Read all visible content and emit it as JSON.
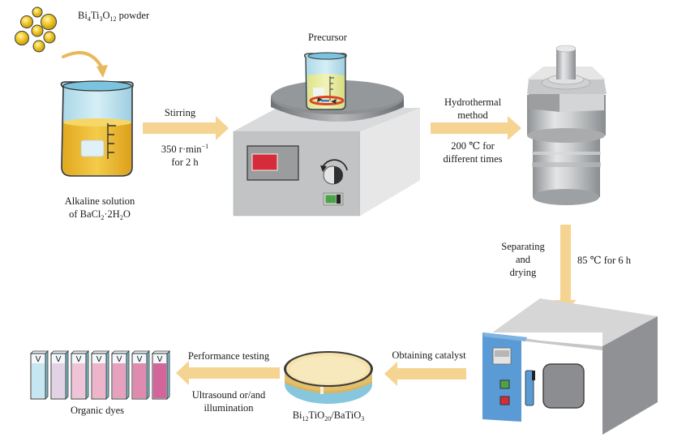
{
  "title": "Synthesis workflow of Bi12TiO20/BaTiO3 catalyst",
  "colors": {
    "arrow": "#f5d391",
    "powder": "#f1c21b",
    "solution": "#eab830",
    "precursor": "#e8eb9a",
    "beaker_glass": "#bfe3ef",
    "metal_gray": "#b9bbbd",
    "oven_panel": "#5b9bd5",
    "display_red": "#d62b3a",
    "switch_green": "#4ea34a"
  },
  "steps": {
    "powder": {
      "formula_parts": [
        {
          "t": "Bi"
        },
        {
          "sub": "4"
        },
        {
          "t": "Ti"
        },
        {
          "sub": "3"
        },
        {
          "t": "O"
        },
        {
          "sub": "12"
        },
        {
          "t": " powder"
        }
      ]
    },
    "solution": {
      "line1": "Alkaline solution",
      "line2_parts": [
        {
          "t": "of BaCl"
        },
        {
          "sub": "2"
        },
        {
          "t": "·2H"
        },
        {
          "sub": "2"
        },
        {
          "t": "O"
        }
      ]
    },
    "stirring": {
      "above": "Stirring",
      "below_line1_parts": [
        {
          "t": "350 r·min"
        },
        {
          "sup": "−1"
        }
      ],
      "below_line2": "for 2 h"
    },
    "precursor": {
      "label": "Precursor"
    },
    "hydrothermal": {
      "above_line1": "Hydrothermal",
      "above_line2": "method",
      "below_line1": "200 ℃ for",
      "below_line2": "different times"
    },
    "drying": {
      "left_line1": "Separating",
      "left_line2": "and",
      "left_line3": "drying",
      "right": "85 ℃ for 6 h"
    },
    "catalyst": {
      "arrow_label": "Obtaining catalyst",
      "formula_parts": [
        {
          "t": "Bi"
        },
        {
          "sub": "12"
        },
        {
          "t": "TiO"
        },
        {
          "sub": "20"
        },
        {
          "t": "/BaTiO"
        },
        {
          "sub": "3"
        }
      ]
    },
    "testing": {
      "above": "Performance testing",
      "below_line1": "Ultrasound or/and",
      "below_line2": "illumination"
    },
    "dyes": {
      "label": "Organic dyes",
      "cuvette_marks": [
        "V",
        "V",
        "V",
        "V",
        "V",
        "V",
        "V"
      ],
      "cuvette_colors": [
        "#c6e6f2",
        "#e2d2e6",
        "#f0c4d8",
        "#eeb4cc",
        "#e8a0bf",
        "#e08ab0",
        "#d4659a"
      ]
    }
  },
  "icons": {
    "powder": "powder-particles-icon",
    "beaker": "beaker-icon",
    "stirrer": "magnetic-stirrer-icon",
    "autoclave": "autoclave-icon",
    "oven": "drying-oven-icon",
    "dish": "petri-dish-icon",
    "cuvettes": "cuvette-icon"
  }
}
